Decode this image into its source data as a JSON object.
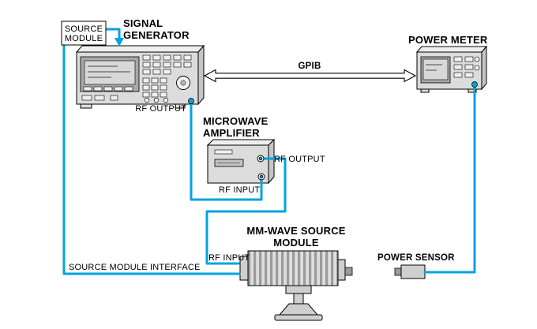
{
  "colors": {
    "cable": "#00a3e0"
  },
  "labels": {
    "source_module_box_line1": "SOURCE",
    "source_module_box_line2": "MODULE",
    "signal_generator_line1": "SIGNAL",
    "signal_generator_line2": "GENERATOR",
    "power_meter": "POWER METER",
    "gpib": "GPIB",
    "sig_gen_rf_output": "RF OUTPUT",
    "microwave_amplifier_line1": "MICROWAVE",
    "microwave_amplifier_line2": "AMPLIFIER",
    "amp_rf_output": "RF OUTPUT",
    "amp_rf_input": "RF INPUT",
    "mm_wave_module_line1": "MM-WAVE SOURCE",
    "mm_wave_module_line2": "MODULE",
    "module_rf_input": "RF INPUT",
    "power_sensor": "POWER SENSOR",
    "source_module_interface": "SOURCE MODULE INTERFACE"
  }
}
